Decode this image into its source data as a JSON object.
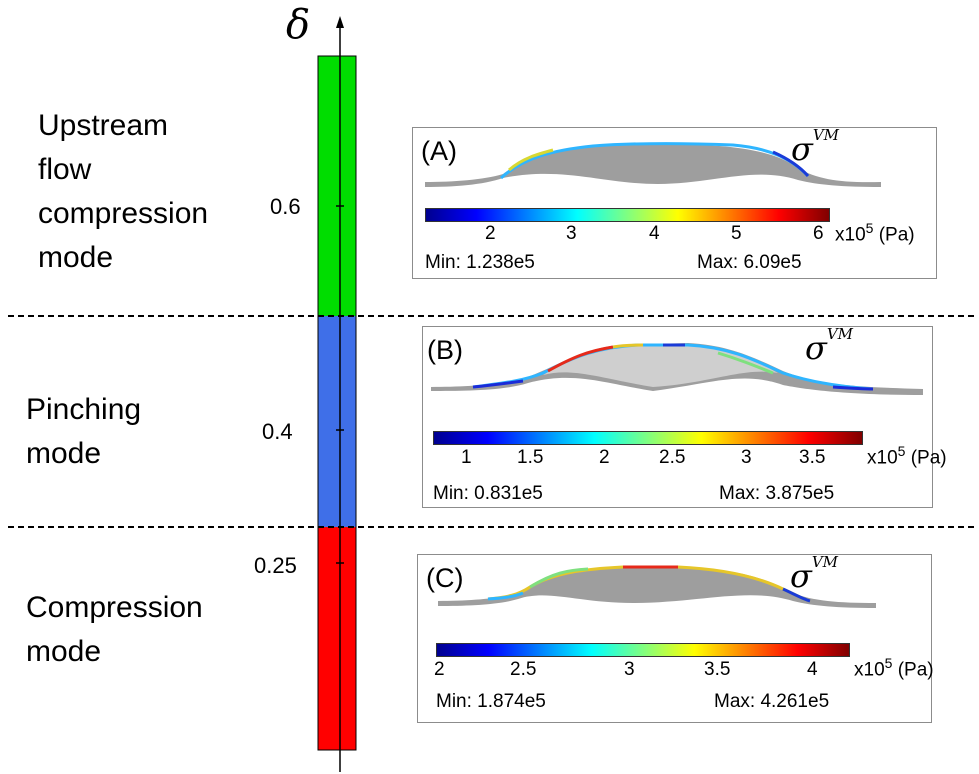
{
  "axis": {
    "symbol": "δ",
    "ticks": [
      "0.6",
      "0.4",
      "0.25"
    ]
  },
  "modes": [
    {
      "lines": [
        "Upstream",
        "flow",
        "compression",
        "mode"
      ],
      "color": "#00dd00"
    },
    {
      "lines": [
        "Pinching",
        "mode"
      ],
      "color": "#3f6fe8"
    },
    {
      "lines": [
        "Compression",
        "mode"
      ],
      "color": "#ff0000"
    }
  ],
  "panels": [
    {
      "letter": "(A)",
      "sigma": "σ",
      "sigma_sup": "VM",
      "ticks": [
        "2",
        "3",
        "4",
        "5",
        "6"
      ],
      "unit_prefix": "x10",
      "unit_exp": "5",
      "unit_suffix": "(Pa)",
      "min": "Min: 1.238e5",
      "max": "Max: 6.09e5"
    },
    {
      "letter": "(B)",
      "sigma": "σ",
      "sigma_sup": "VM",
      "ticks": [
        "1",
        "1.5",
        "2",
        "2.5",
        "3",
        "3.5"
      ],
      "unit_prefix": "x10",
      "unit_exp": "5",
      "unit_suffix": "(Pa)",
      "min": "Min: 0.831e5",
      "max": "Max: 3.875e5"
    },
    {
      "letter": "(C)",
      "sigma": "σ",
      "sigma_sup": "VM",
      "ticks": [
        "2",
        "2.5",
        "3",
        "3.5",
        "4"
      ],
      "unit_prefix": "x10",
      "unit_exp": "5",
      "unit_suffix": "(Pa)",
      "min": "Min: 1.874e5",
      "max": "Max: 4.261e5"
    }
  ],
  "colors": {
    "vessel_gray": "#9e9e9e",
    "lumen_light": "#cfcfcf",
    "dashed_line": "#000000"
  }
}
